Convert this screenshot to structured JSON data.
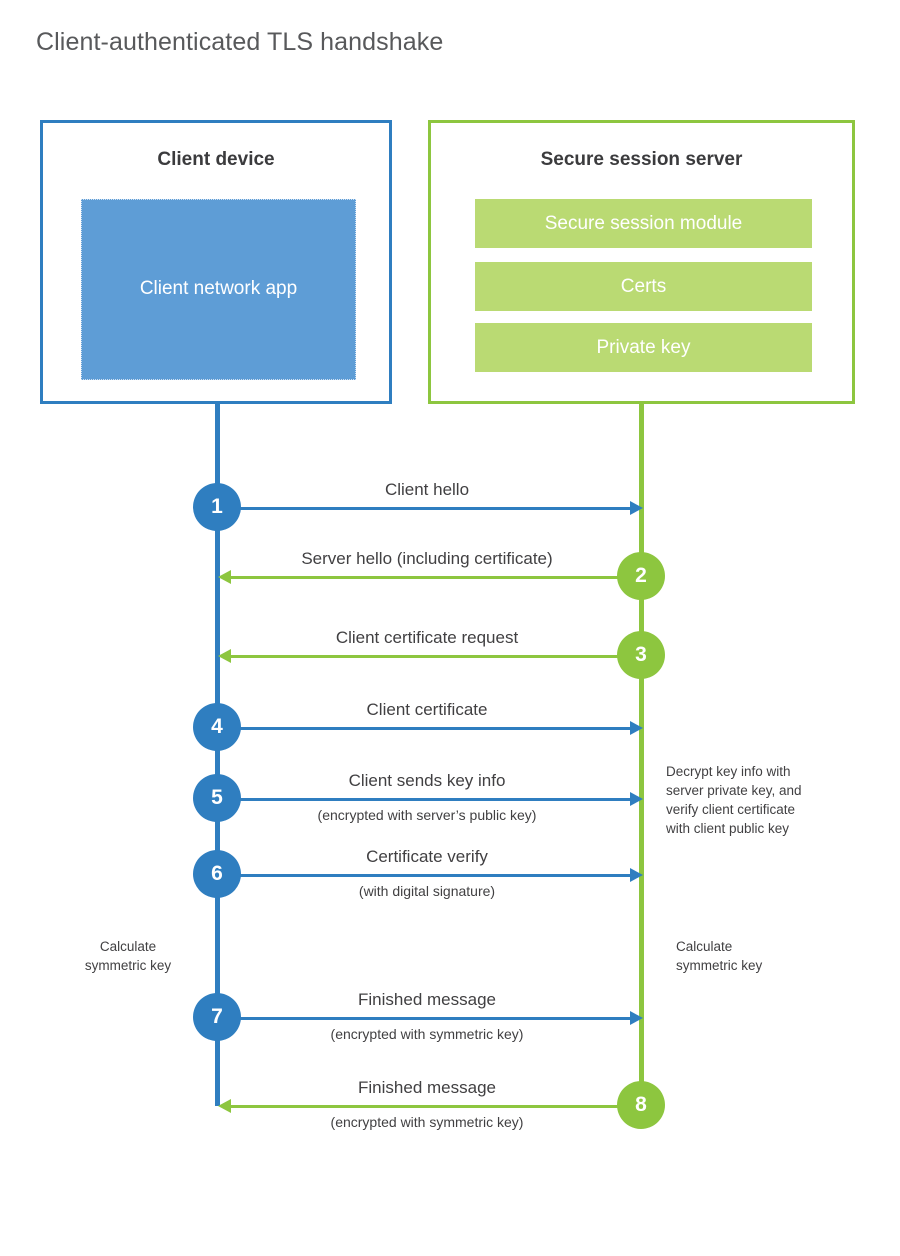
{
  "title": "Client-authenticated TLS handshake",
  "colors": {
    "client_blue": "#2f7ec0",
    "client_fill": "#5e9dd6",
    "server_green": "#8dc63f",
    "server_fill": "#bada73",
    "text": "#414042",
    "title_text": "#58595b"
  },
  "client": {
    "title": "Client device",
    "app_label": "Client network app"
  },
  "server": {
    "title": "Secure session server",
    "blocks": [
      "Secure session module",
      "Certs",
      "Private key"
    ]
  },
  "steps": [
    {
      "number": "1",
      "direction": "right",
      "label": "Client hello",
      "sublabel": ""
    },
    {
      "number": "2",
      "direction": "left",
      "label": "Server hello (including certificate)",
      "sublabel": ""
    },
    {
      "number": "3",
      "direction": "left",
      "label": "Client certificate request",
      "sublabel": ""
    },
    {
      "number": "4",
      "direction": "right",
      "label": "Client certificate",
      "sublabel": ""
    },
    {
      "number": "5",
      "direction": "right",
      "label": "Client sends key info",
      "sublabel": "(encrypted with server’s public key)"
    },
    {
      "number": "6",
      "direction": "right",
      "label": "Certificate verify",
      "sublabel": "(with digital signature)"
    },
    {
      "number": "7",
      "direction": "right",
      "label": "Finished message",
      "sublabel": "(encrypted with symmetric key)"
    },
    {
      "number": "8",
      "direction": "left",
      "label": "Finished message",
      "sublabel": "(encrypted with symmetric key)"
    }
  ],
  "notes": {
    "decrypt": {
      "line1": "Decrypt key info with",
      "line2": "server private key, and",
      "line3": "verify client certificate",
      "line4": "with client public key"
    },
    "calc_client": {
      "line1": "Calculate",
      "line2": "symmetric key"
    },
    "calc_server": {
      "line1": "Calculate",
      "line2": "symmetric key"
    }
  },
  "layout": {
    "step_y": [
      507,
      576,
      655,
      727,
      798,
      874,
      1017,
      1105
    ]
  }
}
